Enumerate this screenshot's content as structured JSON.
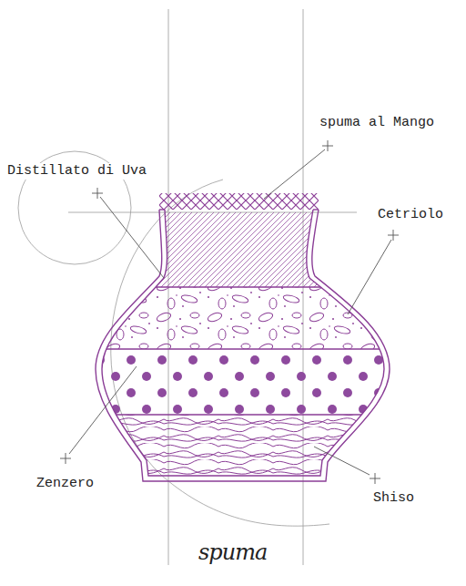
{
  "diagram": {
    "labels": [
      "spuma al Mango",
      "Distillato di Uva",
      "Cetriolo",
      "Zenzero",
      "Shiso",
      "spuma"
    ]
  }
}
